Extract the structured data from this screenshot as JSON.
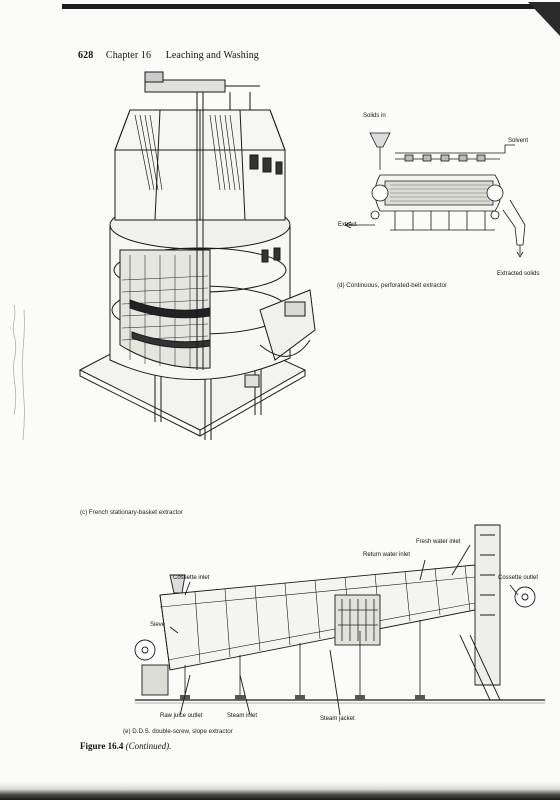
{
  "header": {
    "page_number": "628",
    "chapter": "Chapter 16",
    "chapter_title": "Leaching and Washing"
  },
  "figure_c": {
    "caption": "(c) French stationary-basket extractor"
  },
  "figure_d": {
    "caption": "(d) Continuous, perforated-belt extractor",
    "labels": {
      "solids_in": "Solids in",
      "solvent": "Solvent",
      "extract": "Extract",
      "extracted_solids": "Extracted solids"
    }
  },
  "figure_e": {
    "caption": "(e) D.D.S. double-screw, slope extractor",
    "labels": {
      "fresh_water_inlet": "Fresh water inlet",
      "return_water_inlet": "Return water inlet",
      "cossette_inlet": "Cossette inlet",
      "cossette_outlet": "Cossette outlet",
      "sieve": "Sieve",
      "raw_juice_outlet": "Raw juice outlet",
      "steam_inlet": "Steam inlet",
      "steam_jacket": "Steam jacket"
    }
  },
  "figure_title": {
    "label": "Figure 16.4",
    "note": "(Continued)."
  }
}
